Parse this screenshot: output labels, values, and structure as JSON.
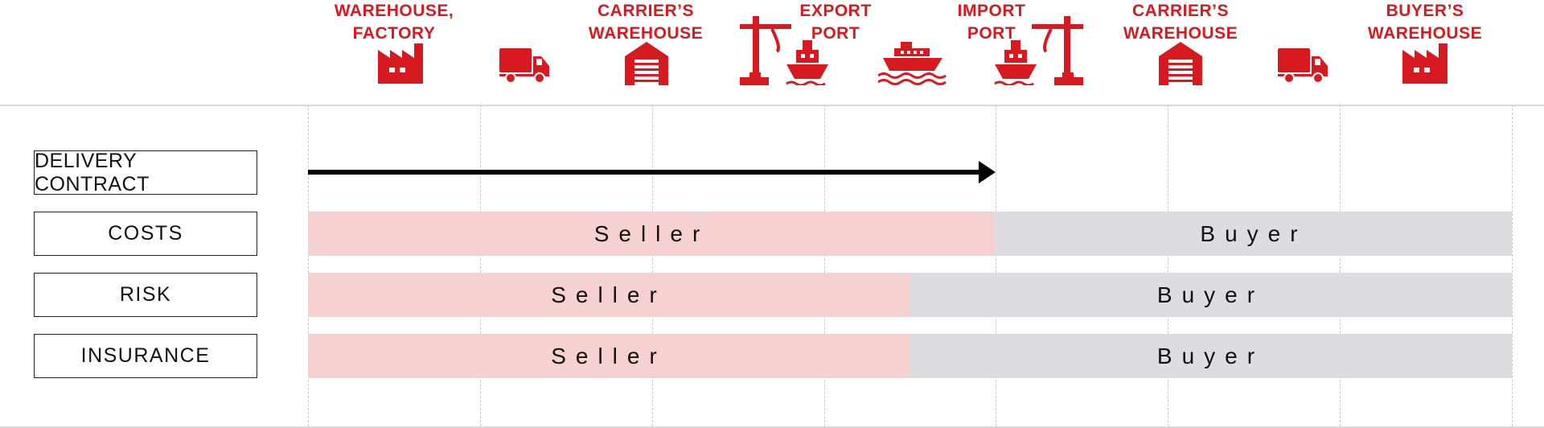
{
  "locations": [
    {
      "id": "warehouse_factory",
      "label": "WAREHOUSE,\nFACTORY",
      "icon": "factory-icon"
    },
    {
      "id": "truck1",
      "label": "",
      "icon": "truck-icon"
    },
    {
      "id": "carrier_warehouse_1",
      "label": "CARRIER’S\nWAREHOUSE",
      "icon": "warehouse-icon"
    },
    {
      "id": "export_port",
      "label": "EXPORT\nPORT",
      "icon": "crane-ship-icon"
    },
    {
      "id": "sea",
      "label": "",
      "icon": "ship-icon"
    },
    {
      "id": "import_port",
      "label": "IMPORT\nPORT",
      "icon": "ship-crane-icon"
    },
    {
      "id": "carrier_warehouse_2",
      "label": "CARRIER’S\nWAREHOUSE",
      "icon": "warehouse-icon"
    },
    {
      "id": "truck2",
      "label": "",
      "icon": "truck-icon"
    },
    {
      "id": "buyers_warehouse",
      "label": "BUYER’S\nWAREHOUSE",
      "icon": "factory-icon"
    }
  ],
  "rows": [
    {
      "id": "delivery_contract",
      "label": "DELIVERY CONTRACT",
      "arrow_to": "import_port"
    },
    {
      "id": "costs",
      "label": "COSTS",
      "seller": "Seller",
      "buyer": "Buyer",
      "split_at": "import_port"
    },
    {
      "id": "risk",
      "label": "RISK",
      "seller": "Seller",
      "buyer": "Buyer",
      "split_at": "between export port and sea"
    },
    {
      "id": "insurance",
      "label": "INSURANCE",
      "seller": "Seller",
      "buyer": "Buyer",
      "split_at": "between export port and sea"
    }
  ],
  "colors": {
    "accent": "#d71920",
    "seller_band": "#f5d1d2",
    "buyer_band": "#dddce0"
  }
}
